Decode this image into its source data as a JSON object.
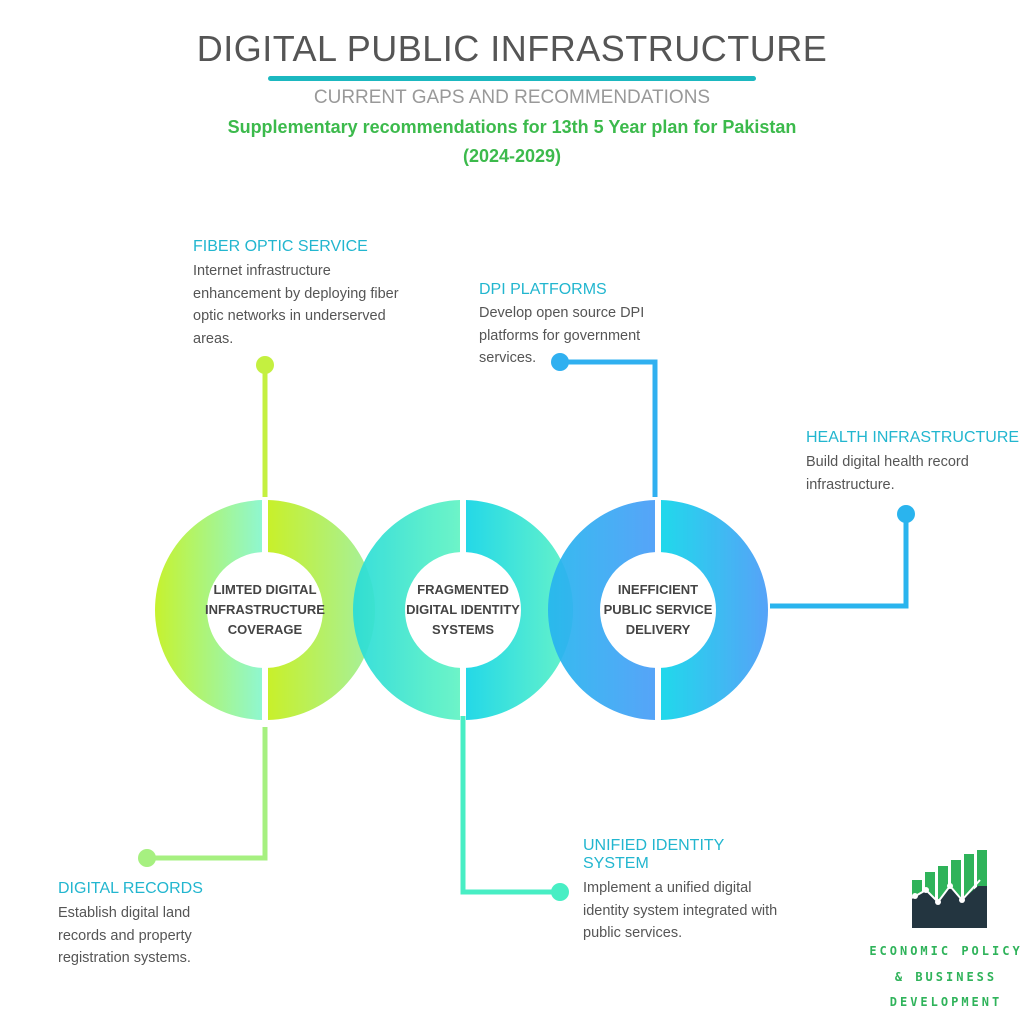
{
  "header": {
    "title": "DIGITAL PUBLIC INFRASTRUCTURE",
    "subtitle": "CURRENT GAPS AND RECOMMENDATIONS",
    "plan_line1": "Supplementary recommendations for 13th 5 Year plan for Pakistan",
    "plan_line2": "(2024-2029)"
  },
  "gaps": [
    {
      "label": "LIMTED DIGITAL INFRASTRUCTURE COVERAGE"
    },
    {
      "label": "FRAGMENTED DIGITAL IDENTITY SYSTEMS"
    },
    {
      "label": "INEFFICIENT PUBLIC SERVICE DELIVERY"
    }
  ],
  "recommendations": {
    "fiber": {
      "title": "FIBER OPTIC SERVICE",
      "text": "Internet infrastructure enhancement by deploying fiber optic networks in underserved areas."
    },
    "records": {
      "title": "DIGITAL RECORDS",
      "text": "Establish digital land records and property registration systems."
    },
    "dpi": {
      "title": "DPI PLATFORMS",
      "text": "Develop open source DPI platforms for government services."
    },
    "identity": {
      "title": "UNIFIED IDENTITY SYSTEM",
      "text": "Implement a unified digital identity system integrated with public services."
    },
    "health": {
      "title": "HEALTH INFRASTRUCTURE",
      "text": "Build digital health record infrastructure."
    }
  },
  "logo": {
    "line1": "ECONOMIC POLICY",
    "line2": "& BUSINESS",
    "line3": "DEVELOPMENT"
  },
  "colors": {
    "accent_teal": "#1cb8c0",
    "accent_green": "#3cba4c",
    "heading_blue": "#22b6cf"
  }
}
